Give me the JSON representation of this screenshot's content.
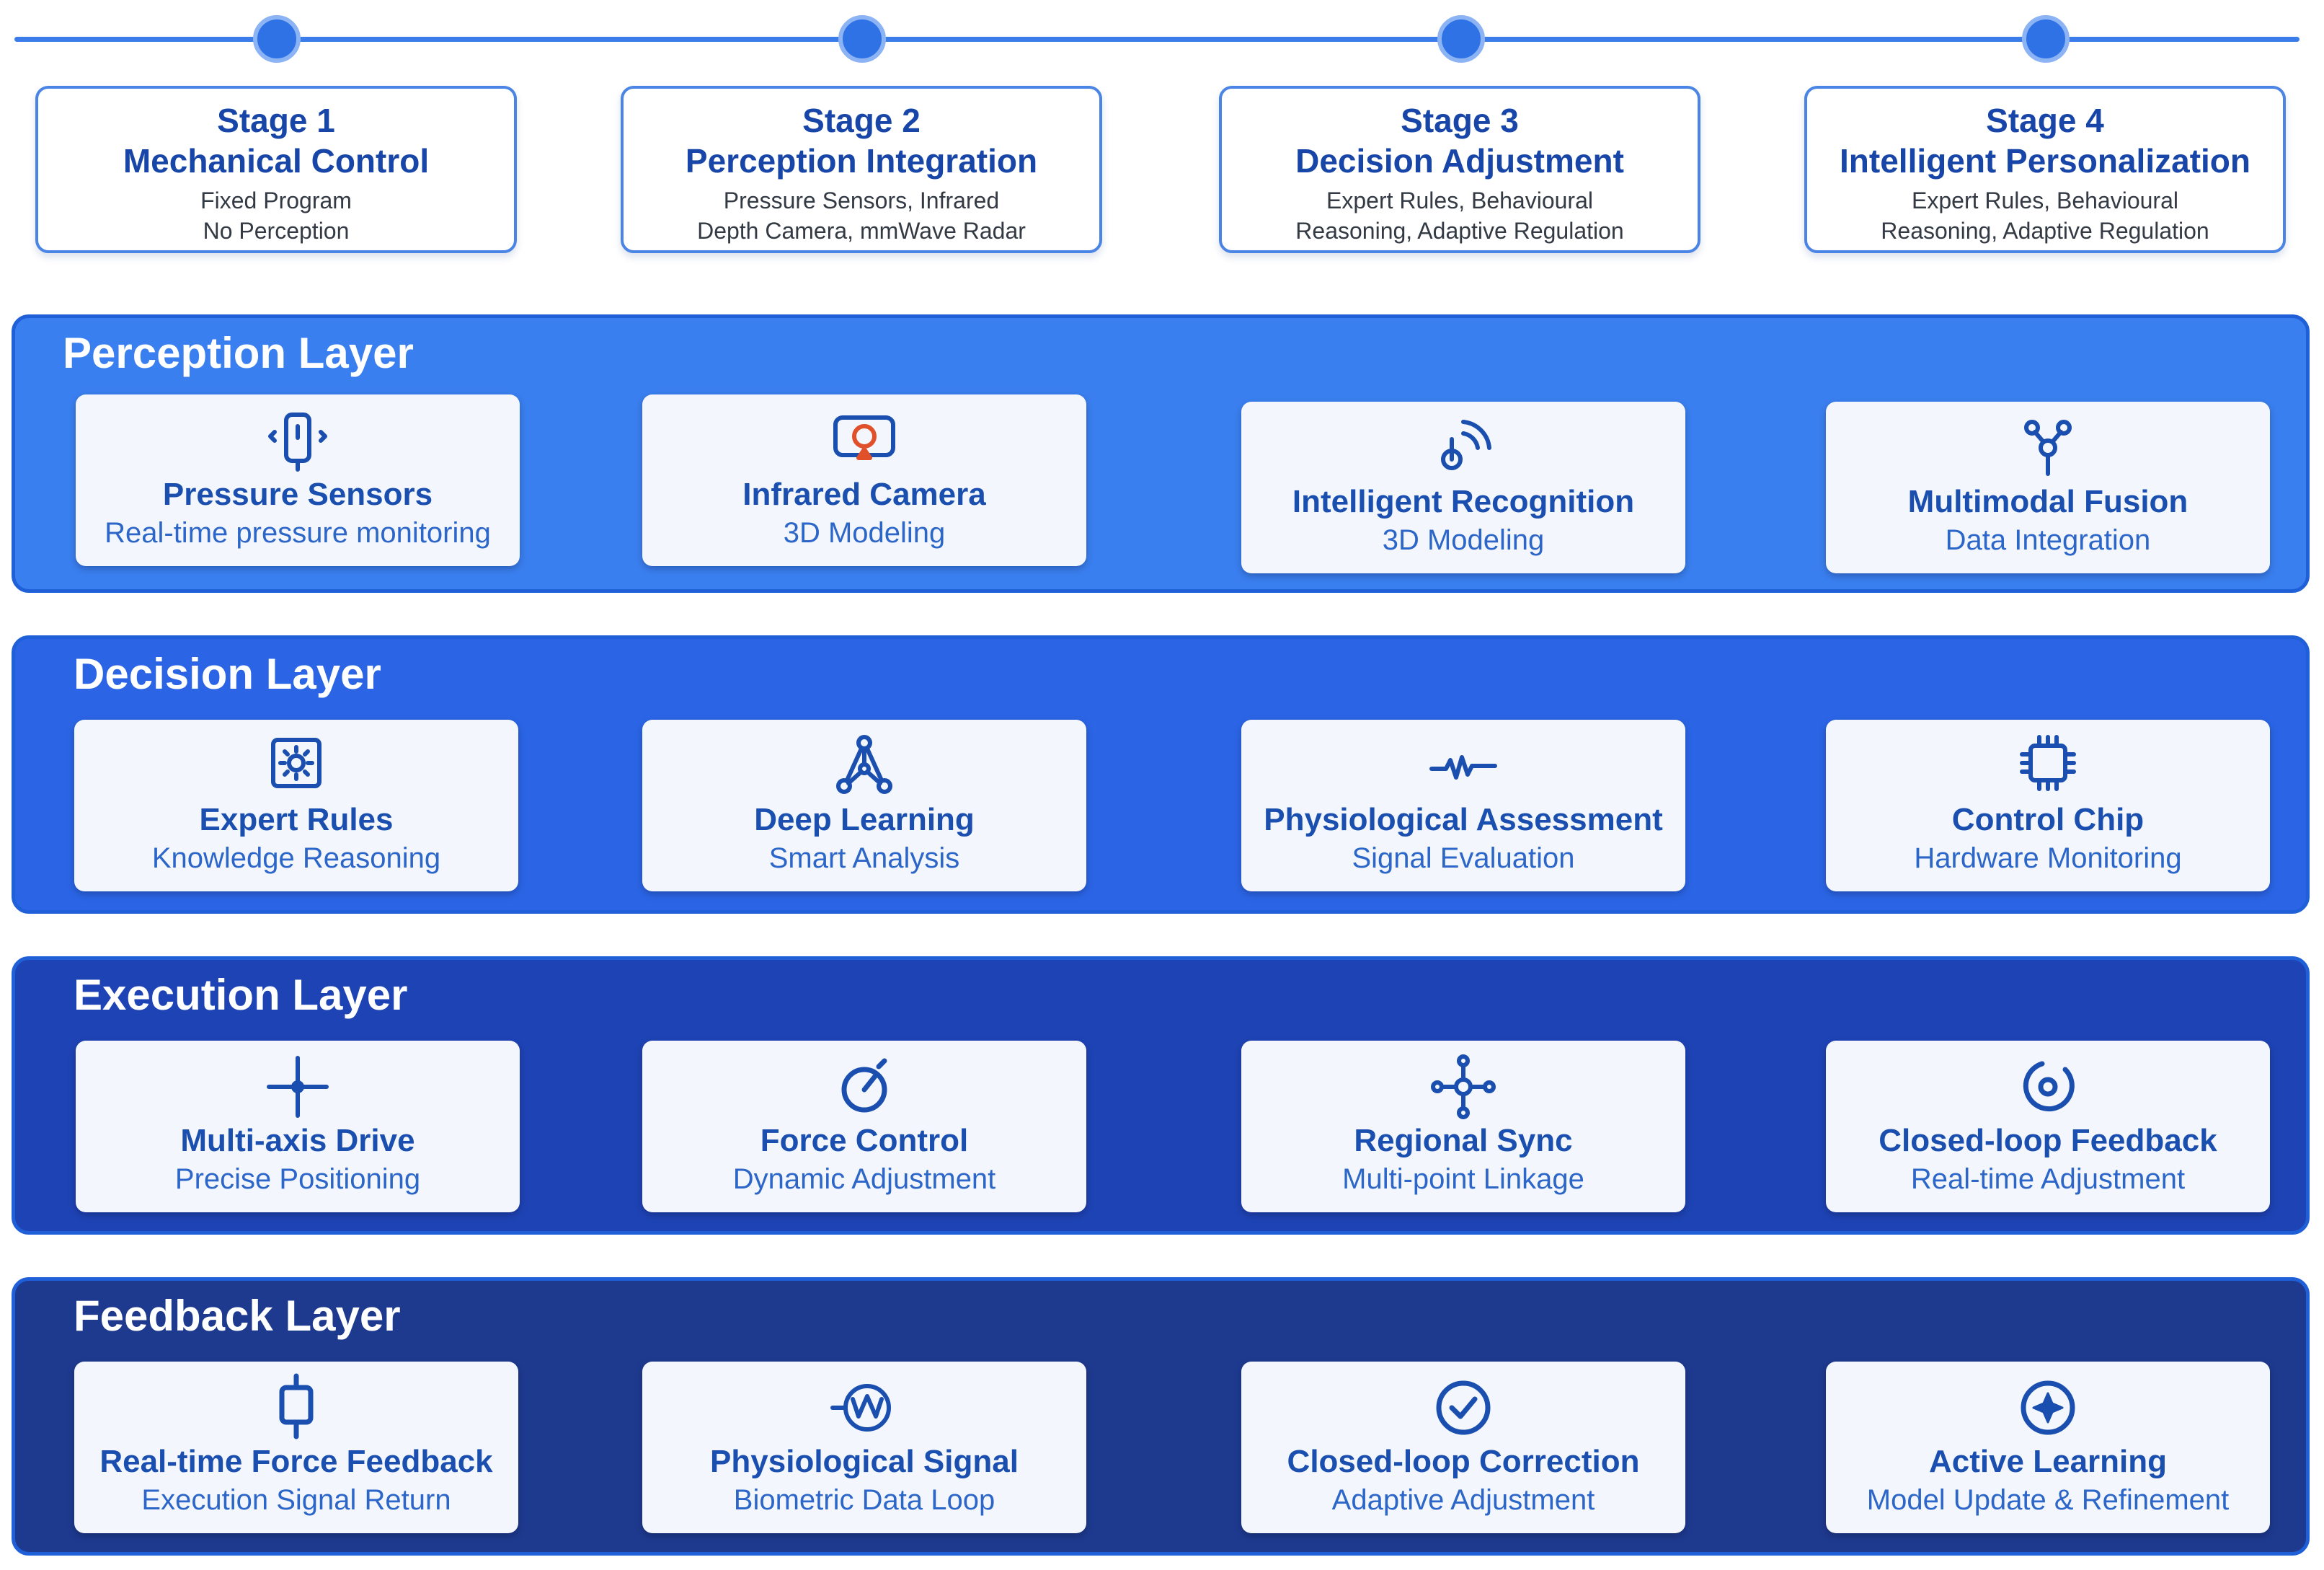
{
  "stages": [
    {
      "num": "Stage 1",
      "name": "Mechanical Control",
      "desc": "Fixed Program\nNo Perception"
    },
    {
      "num": "Stage 2",
      "name": "Perception Integration",
      "desc": "Pressure Sensors, Infrared\nDepth Camera, mmWave Radar"
    },
    {
      "num": "Stage 3",
      "name": "Decision Adjustment",
      "desc": "Expert Rules, Behavioural\nReasoning, Adaptive Regulation"
    },
    {
      "num": "Stage 4",
      "name": "Intelligent Personalization",
      "desc": "Expert Rules, Behavioural\nReasoning, Adaptive Regulation"
    }
  ],
  "layers": [
    {
      "title": "Perception Layer",
      "color": "#3a7ff0",
      "cards": [
        {
          "icon": "pressure-sensor-icon",
          "title": "Pressure Sensors",
          "sub": "Real-time pressure monitoring"
        },
        {
          "icon": "infrared-camera-icon",
          "title": "Infrared Camera",
          "sub": "3D Modeling"
        },
        {
          "icon": "recognition-signal-icon",
          "title": "Intelligent  Recognition",
          "sub": "3D Modeling"
        },
        {
          "icon": "fusion-icon",
          "title": "Multimodal Fusion",
          "sub": "Data Integration"
        }
      ]
    },
    {
      "title": "Decision Layer",
      "color": "#2b65e6",
      "cards": [
        {
          "icon": "expert-rules-icon",
          "title": "Expert Rules",
          "sub": "Knowledge Reasoning"
        },
        {
          "icon": "network-icon",
          "title": "Deep Learning",
          "sub": "Smart Analysis"
        },
        {
          "icon": "waveform-icon",
          "title": "Physiological Assessment",
          "sub": "Signal Evaluation"
        },
        {
          "icon": "chip-icon",
          "title": "Control Chip",
          "sub": "Hardware Monitoring"
        }
      ]
    },
    {
      "title": "Execution Layer",
      "color": "#1e43b5",
      "cards": [
        {
          "icon": "crosshair-icon",
          "title": "Multi-axis Drive",
          "sub": "Precise Positioning"
        },
        {
          "icon": "gauge-icon",
          "title": "Force Control",
          "sub": "Dynamic Adjustment"
        },
        {
          "icon": "sync-nodes-icon",
          "title": "Regional Sync",
          "sub": "Multi-point Linkage"
        },
        {
          "icon": "loop-icon",
          "title": "Closed-loop Feedback",
          "sub": "Real-time Adjustment"
        }
      ]
    },
    {
      "title": "Feedback Layer",
      "color": "#1e3a8f",
      "cards": [
        {
          "icon": "force-feedback-icon",
          "title": "Real-time Force Feedback",
          "sub": "Execution Signal Return"
        },
        {
          "icon": "signal-wave-icon",
          "title": "Physiological Signal",
          "sub": "Biometric Data Loop"
        },
        {
          "icon": "check-circle-icon",
          "title": "Closed-loop Correction",
          "sub": "Adaptive Adjustment"
        },
        {
          "icon": "learning-compass-icon",
          "title": "Active Learning",
          "sub": "Model Update & Refinement"
        }
      ]
    }
  ]
}
